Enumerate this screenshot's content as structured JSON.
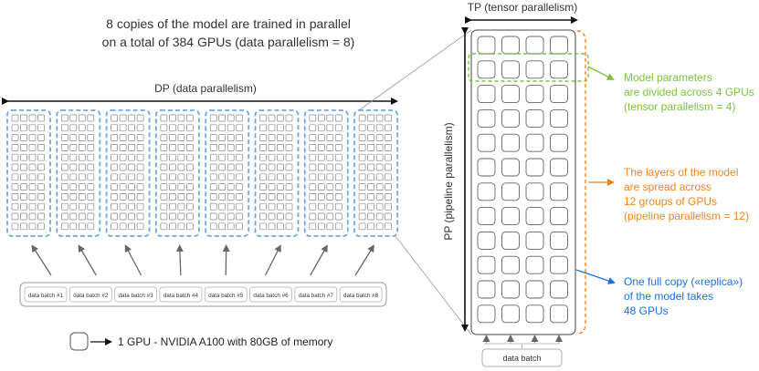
{
  "title": {
    "line1": "8 copies of the model are trained in parallel",
    "line2": "on a total of 384 GPUs (data parallelism = 8)"
  },
  "dp_label": "DP (data parallelism)",
  "tp_label": "TP (tensor parallelism)",
  "pp_label": "PP (pipeline parallelism)",
  "replica_grid": {
    "rows": 12,
    "cols": 4
  },
  "replica_count": 8,
  "data_batches": [
    "data batch #1",
    "data batch #2",
    "data batch #3",
    "data batch #4",
    "data batch #5",
    "data batch #6",
    "data batch #7",
    "data batch #8"
  ],
  "right_data_batch": "data batch",
  "legend": "1 GPU - NVIDIA A100 with 80GB of memory",
  "annotations": {
    "tensor": [
      "Model parameters",
      "are divided across 4 GPUs",
      "(tensor parallelism = 4)"
    ],
    "pipeline": [
      "The layers of the model",
      "are spread across",
      "12 groups of GPUs",
      "(pipeline parallelism = 12)"
    ],
    "replica": [
      "One full copy («replica»)",
      "of the model takes",
      "48 GPUs"
    ]
  },
  "colors": {
    "tensor": "#7bc043",
    "pipeline": "#f0851b",
    "replica": "#1a6fe6",
    "dp_dash": "#6fa8e8",
    "line": "#444444",
    "cell": "#888888"
  }
}
